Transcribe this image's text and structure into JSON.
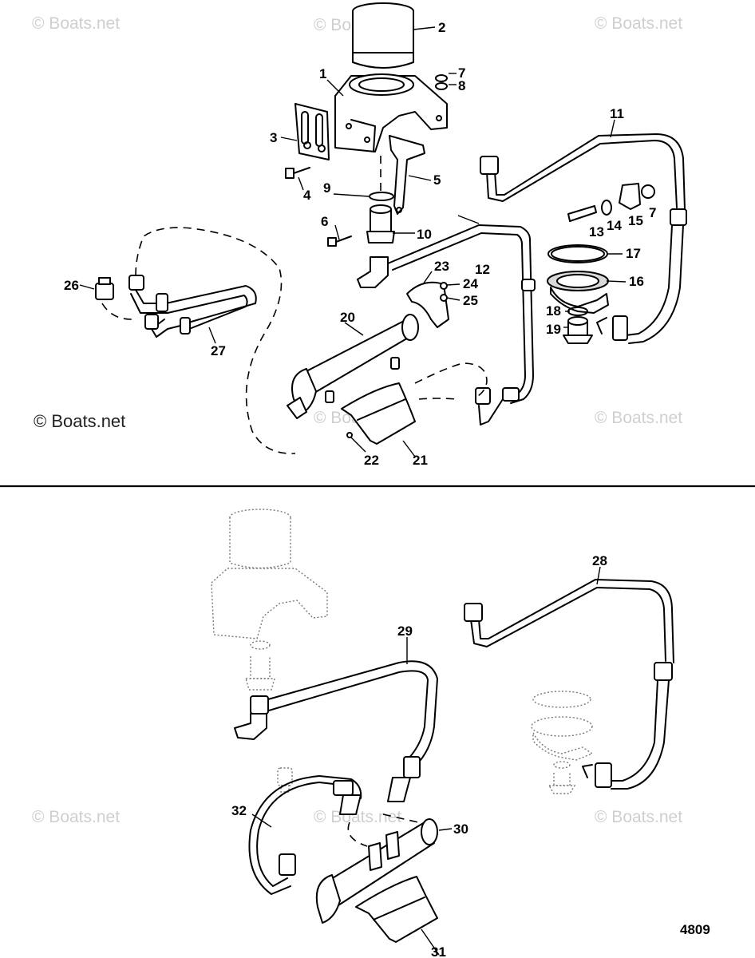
{
  "watermark": "© Boats.net",
  "figure_number": "4809",
  "callouts": [
    "1",
    "2",
    "3",
    "4",
    "5",
    "6",
    "7",
    "8",
    "9",
    "10",
    "11",
    "12",
    "13",
    "14",
    "15",
    "7",
    "16",
    "17",
    "18",
    "19",
    "20",
    "21",
    "22",
    "23",
    "24",
    "25",
    "26",
    "27",
    "28",
    "29",
    "30",
    "31",
    "32"
  ]
}
